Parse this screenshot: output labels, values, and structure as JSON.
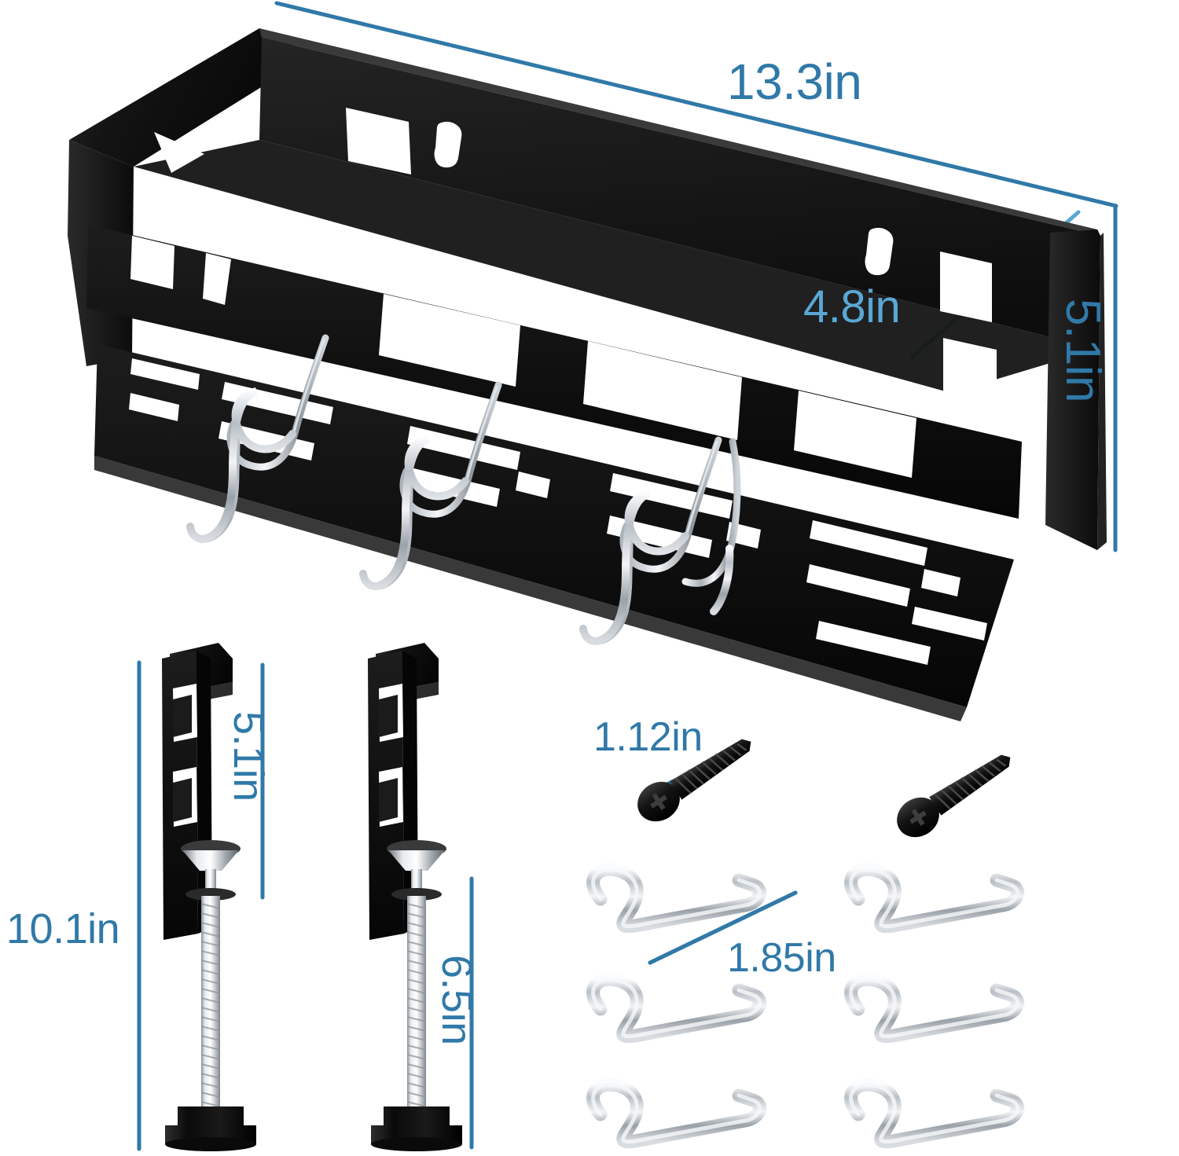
{
  "diagram": {
    "title": "Under Desk Cable Management Tray Dimension Diagram",
    "background_color": "#ffffff",
    "accent_color": "#3079a8",
    "accent_color_light": "#5aa7d6",
    "metal_black": "#171717",
    "metal_silver": "#c9cdd2"
  },
  "dimensions": {
    "tray_width": "13.3in",
    "tray_depth": "4.8in",
    "tray_height": "5.1in",
    "clamp_bracket_height": "5.1in",
    "clamp_total_height": "10.1in",
    "clamp_rod_height": "6.5in",
    "screw_length": "1.12in",
    "hook_length": "1.85in"
  },
  "parts": [
    {
      "name": "cable-management-tray",
      "label": "13.3in",
      "count": 1
    },
    {
      "name": "desk-clamp-bracket",
      "label": "5.1in",
      "count": 2
    },
    {
      "name": "mounting-screw",
      "label": "1.12in",
      "count": 2
    },
    {
      "name": "s-hook",
      "label": "1.85in",
      "count": 6
    }
  ],
  "hooks_on_tray": {
    "count": 4
  }
}
